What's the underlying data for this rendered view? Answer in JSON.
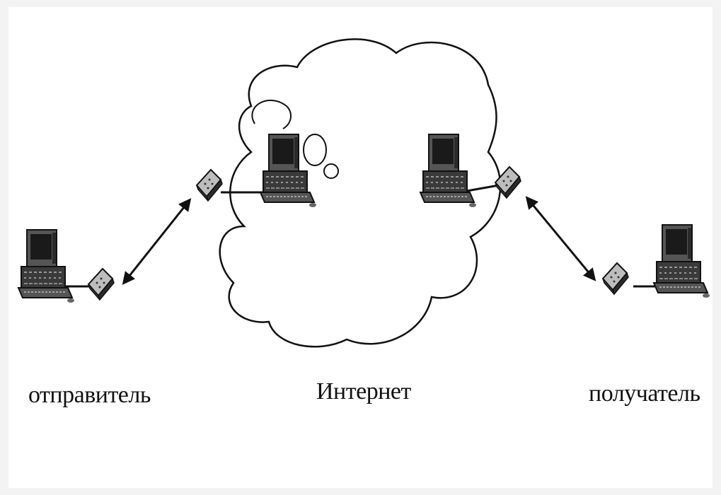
{
  "labels": {
    "sender": "отправитель",
    "internet": "Интернет",
    "receiver": "получатель"
  },
  "colors": {
    "line": "#111111",
    "background": "#ffffff"
  }
}
